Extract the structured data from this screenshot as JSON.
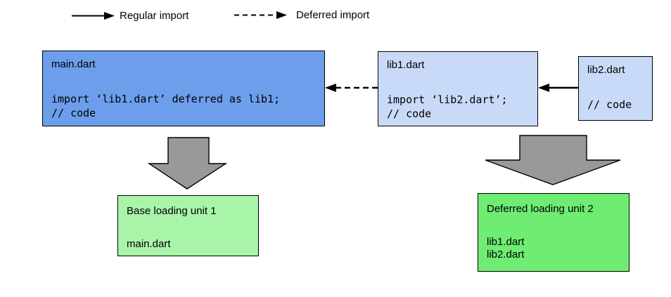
{
  "legend": {
    "regular_label": "Regular import",
    "deferred_label": "Deferred import"
  },
  "nodes": {
    "main": {
      "title": "main.dart",
      "code": [
        "import ‘lib1.dart’ deferred as lib1;",
        "// code"
      ]
    },
    "lib1": {
      "title": "lib1.dart",
      "code": [
        "import ‘lib2.dart’;",
        "// code"
      ]
    },
    "lib2": {
      "title": "lib2.dart",
      "code": [
        "// code"
      ]
    }
  },
  "units": {
    "base": {
      "title": "Base loading unit 1",
      "files": [
        "main.dart"
      ]
    },
    "deferred": {
      "title": "Deferred loading unit 2",
      "files": [
        "lib1.dart",
        "lib2.dart"
      ]
    }
  },
  "arrows": {
    "lib1_to_main": "deferred-import",
    "lib2_to_lib1": "regular-import",
    "main_to_base_unit": "flow",
    "lib1_to_deferred_unit": "flow"
  },
  "colors": {
    "node-blue": "#6d9eeb",
    "node-lightblue": "#c9daf8",
    "unit-palegreen": "#a8f4a8",
    "unit-green": "#6fec72",
    "arrow-gray": "#999999",
    "line-black": "#000000"
  }
}
